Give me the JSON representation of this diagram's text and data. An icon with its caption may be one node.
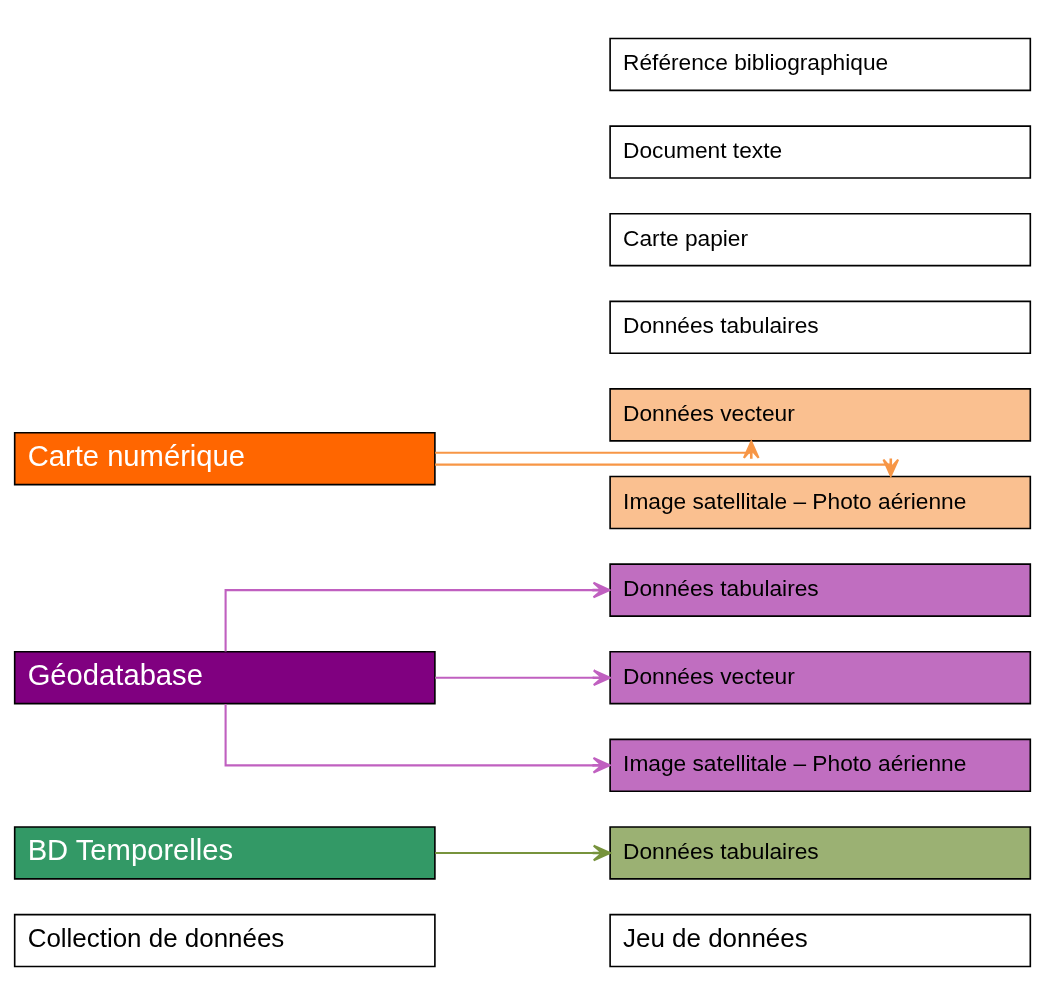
{
  "diagram": {
    "nodes": [
      {
        "text": [
          "Collection de données"
        ]
      },
      {
        "text": [
          "Jeu de données"
        ]
      },
      {
        "text": [
          "BD Temporelles"
        ]
      },
      {
        "text": [
          "Données tabulaires"
        ]
      },
      {
        "text": [
          "Géodatabase"
        ]
      },
      {
        "text": [
          "Données tabulaires"
        ]
      },
      {
        "text": [
          "Données vecteur"
        ]
      },
      {
        "text": [
          "Image satellitale – Photo aérienne"
        ]
      },
      {
        "text": [
          "Carte numérique"
        ]
      },
      {
        "text": [
          "Données vecteur"
        ]
      },
      {
        "text": [
          "Image satellitale – Photo aérienne"
        ]
      },
      {
        "text": [
          "Données tabulaires"
        ]
      },
      {
        "text": [
          "Carte papier"
        ]
      },
      {
        "text": [
          "Document texte"
        ]
      },
      {
        "text": [
          "Référence bibliographique"
        ]
      }
    ],
    "edges": [
      {
        "from": 2,
        "to": 3,
        "arrow": "to",
        "color": "#77933c"
      },
      {
        "from": 4,
        "to": 5,
        "arrow": "to",
        "color": "#c060c0"
      },
      {
        "from": 4,
        "to": 6,
        "arrow": "to",
        "color": "#c060c0"
      },
      {
        "from": 4,
        "to": 7,
        "arrow": "to",
        "color": "#c060c0"
      },
      {
        "from": 8,
        "to": 9,
        "arrow": "to",
        "color": "#f79646"
      },
      {
        "from": 8,
        "to": 10,
        "arrow": "to",
        "color": "#f79646"
      }
    ]
  }
}
